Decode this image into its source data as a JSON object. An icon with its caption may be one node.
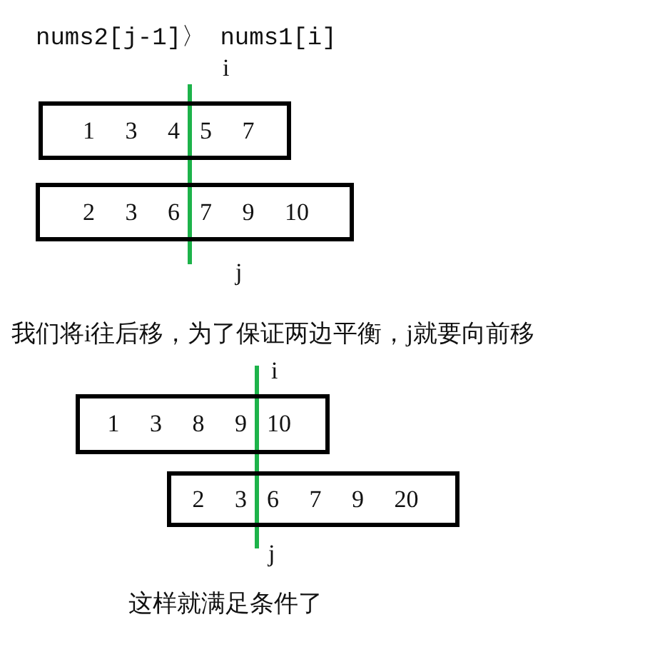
{
  "diagram": {
    "nodes": [
      {
        "text": [
          "1 3 4",
          "5 7"
        ]
      },
      {
        "text": [
          "2 3 6",
          "7 9 10"
        ]
      },
      {
        "text": [
          "1 3 8 9",
          "10"
        ]
      },
      {
        "text": [
          "2 3",
          "6 7 9 20"
        ]
      }
    ],
    "labels": [
      "nums2[j-1]〉 nums1[i]",
      "i",
      "j",
      "我们将i往后移，为了保证两边平衡，j就要向前移",
      "i",
      "j",
      "这样就满足条件了"
    ]
  }
}
